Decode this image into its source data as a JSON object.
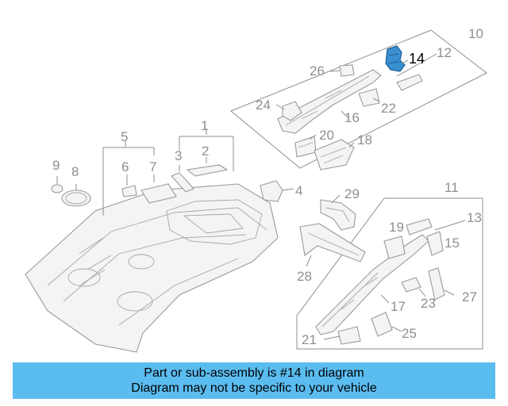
{
  "callouts": {
    "c1": "1",
    "c2": "2",
    "c3": "3",
    "c4": "4",
    "c5": "5",
    "c6": "6",
    "c7": "7",
    "c8": "8",
    "c9": "9",
    "c10": "10",
    "c11": "11",
    "c12": "12",
    "c13": "13",
    "c14": "14",
    "c15": "15",
    "c16": "16",
    "c17": "17",
    "c18": "18",
    "c19": "19",
    "c20": "20",
    "c21": "21",
    "c22": "22",
    "c23": "23",
    "c24": "24",
    "c25": "25",
    "c26": "26",
    "c27": "27",
    "c28": "28",
    "c29": "29"
  },
  "highlight": {
    "part": "14",
    "color": "#3a8fd0"
  },
  "banner": {
    "line1": "Part or sub-assembly is #14 in diagram",
    "line2": "Diagram may not be specific to your vehicle",
    "color": "#5bbcf0"
  }
}
